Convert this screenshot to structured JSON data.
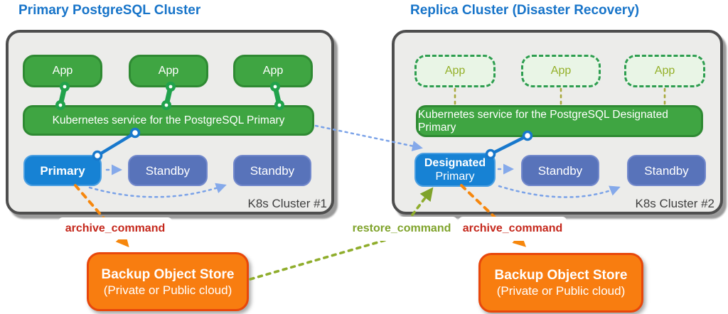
{
  "titles": {
    "left": "Primary PostgreSQL Cluster",
    "right": "Replica Cluster (Disaster Recovery)"
  },
  "clusters": [
    {
      "label": "K8s Cluster #1",
      "apps": [
        "App",
        "App",
        "App"
      ],
      "service": "Kubernetes service for the PostgreSQL Primary",
      "nodes": {
        "primary": "Primary",
        "standby1": "Standby",
        "standby2": "Standby"
      }
    },
    {
      "label": "K8s Cluster #2",
      "apps": [
        "App",
        "App",
        "App"
      ],
      "service": "Kubernetes service for the PostgreSQL Designated Primary",
      "nodes": {
        "primary_line1": "Designated",
        "primary_line2": "Primary",
        "standby1": "Standby",
        "standby2": "Standby"
      }
    }
  ],
  "commands": {
    "archive_left": "archive_command",
    "restore": "restore_command",
    "archive_right": "archive_command"
  },
  "backup_stores": [
    {
      "title": "Backup Object Store",
      "subtitle": "(Private or Public cloud)"
    },
    {
      "title": "Backup Object Store",
      "subtitle": "(Private or Public cloud)"
    }
  ],
  "colors": {
    "title_blue": "#1774C9",
    "box_green": "#3FA542",
    "green_border": "#2F8A33",
    "primary_blue": "#1782D4",
    "standby_blue": "#5873BA",
    "cluster_gray": "#ECECEA",
    "cluster_border": "#4E4E4E",
    "backup_orange": "#F87D10",
    "backup_border": "#E8470B",
    "archive_red": "#C5281C",
    "restore_green": "#7FA32B",
    "arrow_blue": "#7AA2E8",
    "solid_link_blue": "#1878CC",
    "chain_link_green": "#21A24C",
    "label_gray": "#3F3F3F"
  }
}
